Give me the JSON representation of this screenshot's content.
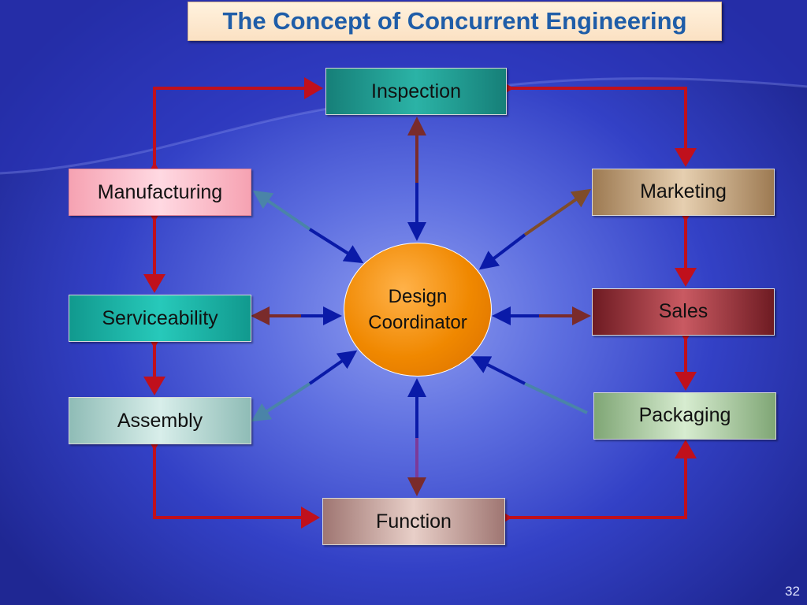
{
  "title": "The Concept of Concurrent Engineering",
  "center": {
    "line1": "Design",
    "line2": "Coordinator"
  },
  "nodes": {
    "inspection": "Inspection",
    "manufacturing": "Manufacturing",
    "serviceability": "Serviceability",
    "assembly": "Assembly",
    "function": "Function",
    "marketing": "Marketing",
    "sales": "Sales",
    "packaging": "Packaging"
  },
  "page_number": "32",
  "colors": {
    "perimeter_arrow": "#c0101c",
    "spoke_blue": "#0a1aa8",
    "title_text": "#1f5da8"
  }
}
